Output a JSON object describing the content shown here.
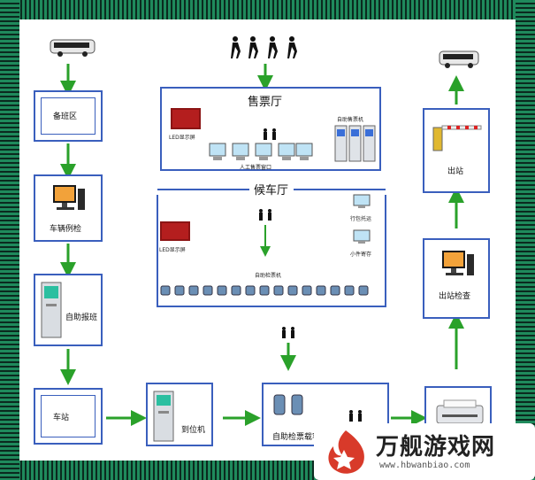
{
  "nodes": {
    "bei_ban_qu": "备班区",
    "che_liang_li_jian": "车辆例检",
    "zi_zhu_bao_ban": "自助报班",
    "che_zhan": "车站",
    "dao_wei_ji": "到位机",
    "zi_zhu_jian_piao": "自助检票载客",
    "chu_zhan": "出站",
    "chu_zhan_jian_cha": "出站检查"
  },
  "ticket_hall": {
    "title": "售票厅",
    "led": "LED显示屏",
    "manual_window": "人工售票窗口",
    "self_ticket_machine": "自助售票机"
  },
  "waiting_hall": {
    "title": "候车厅",
    "led": "LED显示屏",
    "luggage": "行包托运",
    "small_items": "小件寄存",
    "gate_label": "自助检票机"
  },
  "watermark": {
    "title": "万舰游戏网",
    "url": "www.hbwanbiao.com"
  },
  "colors": {
    "arrow": "#2aa12a",
    "box_border": "#3a5fbd",
    "stripe_light": "#1f8a5c",
    "stripe_dark": "#0b2a1f"
  }
}
